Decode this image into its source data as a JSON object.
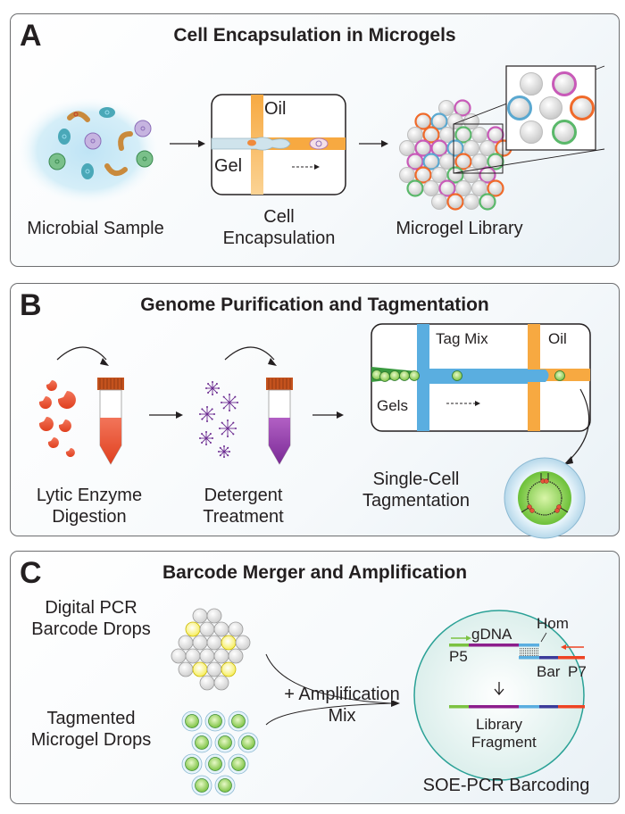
{
  "panels": {
    "a": {
      "letter": "A",
      "title": "Cell Encapsulation in Microgels",
      "step1_label": "Microbial Sample",
      "step2_label_line1": "Cell",
      "step2_label_line2": "Encapsulation",
      "step3_label": "Microgel Library",
      "chip_labels": {
        "oil": "Oil",
        "gel": "Gel"
      }
    },
    "b": {
      "letter": "B",
      "title": "Genome Purification and Tagmentation",
      "step1_label_line1": "Lytic Enzyme",
      "step1_label_line2": "Digestion",
      "step2_label_line1": "Detergent",
      "step2_label_line2": "Treatment",
      "step3_label_line1": "Single-Cell",
      "step3_label_line2": "Tagmentation",
      "chip_labels": {
        "tag_mix": "Tag Mix",
        "oil": "Oil",
        "gels": "Gels"
      }
    },
    "c": {
      "letter": "C",
      "title": "Barcode Merger and Amplification",
      "drops1_line1": "Digital PCR",
      "drops1_line2": "Barcode Drops",
      "drops2_line1": "Tagmented",
      "drops2_line2": "Microgel Drops",
      "mix_line1": "+ Amplification",
      "mix_line2": "Mix",
      "result_label": "SOE-PCR Barcoding",
      "dna_labels": {
        "gdna": "gDNA",
        "hom": "Hom",
        "p5": "P5",
        "bar": "Bar",
        "p7": "P7",
        "fragment_line1": "Library",
        "fragment_line2": "Fragment"
      }
    }
  },
  "colors": {
    "oil": "#f7a941",
    "gel": "#cfe3ec",
    "tag_mix": "#5aaee0",
    "gel_green": "#3a9a3f",
    "bead_green": "#9bd65a",
    "enzyme": "#e5553a",
    "detergent": "#6a2a8f",
    "tube_cap": "#c4521d",
    "p5": "#7cc242",
    "gdna": "#8c1e8c",
    "hom": "#5aaee0",
    "bar": "#3c3c9a",
    "p7": "#ee4424",
    "pcr_circle": "#2aa196",
    "barcode_yellow": "#f6ec4b"
  }
}
